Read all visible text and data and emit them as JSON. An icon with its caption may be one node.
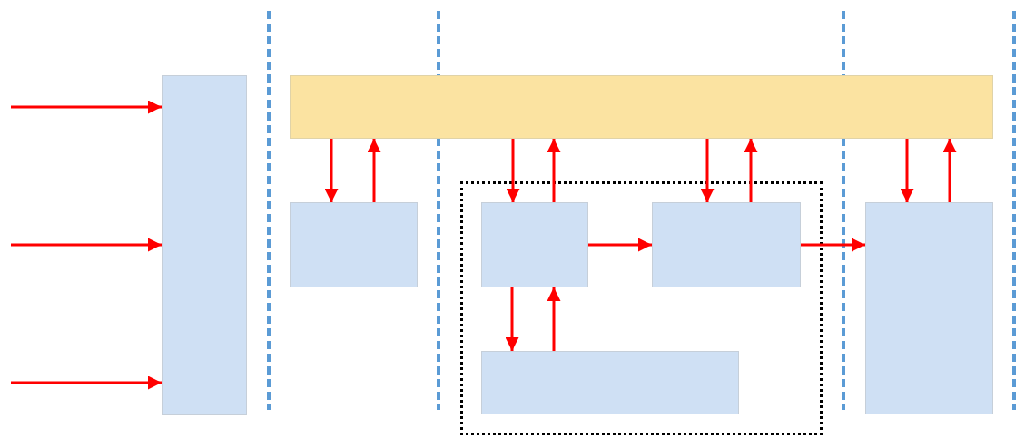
{
  "diagram": {
    "nodes": [
      {
        "text": [],
        "shape": "box"
      },
      {
        "text": [],
        "shape": "box"
      },
      {
        "text": [],
        "shape": "box"
      },
      {
        "text": [],
        "shape": "box"
      },
      {
        "text": [],
        "shape": "box",
        "in": 3
      },
      {
        "text": [],
        "shape": "box",
        "in": 3
      },
      {
        "text": [],
        "shape": "box",
        "in": 3
      },
      {
        "text": [],
        "shape": "box"
      }
    ],
    "edges": [
      {
        "from": null,
        "to": 0,
        "arrow": "to"
      },
      {
        "from": null,
        "to": 0,
        "arrow": "to"
      },
      {
        "from": null,
        "to": 0,
        "arrow": "to"
      },
      {
        "from": 1,
        "to": 2,
        "arrow": "to"
      },
      {
        "from": 2,
        "to": 1,
        "arrow": "to"
      },
      {
        "from": 1,
        "to": 4,
        "arrow": "to"
      },
      {
        "from": 4,
        "to": 1,
        "arrow": "to"
      },
      {
        "from": 1,
        "to": 5,
        "arrow": "to"
      },
      {
        "from": 5,
        "to": 1,
        "arrow": "to"
      },
      {
        "from": 1,
        "to": 7,
        "arrow": "to"
      },
      {
        "from": 7,
        "to": 1,
        "arrow": "to"
      },
      {
        "from": 4,
        "to": 5,
        "arrow": "to"
      },
      {
        "from": 5,
        "to": 7,
        "arrow": "to"
      },
      {
        "from": 4,
        "to": 6,
        "arrow": "to"
      },
      {
        "from": 6,
        "to": 4,
        "arrow": "to"
      }
    ]
  }
}
